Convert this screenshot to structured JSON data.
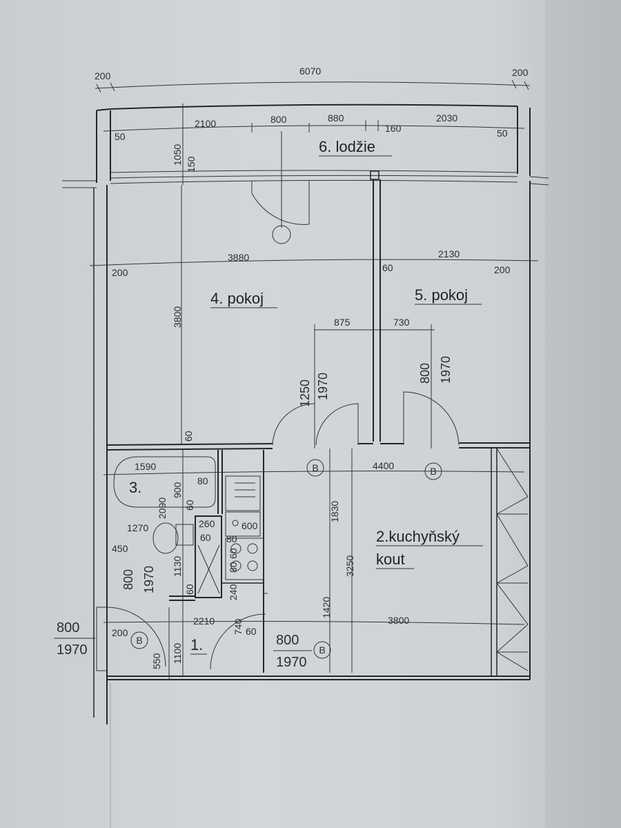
{
  "rooms": {
    "r6": "6. lodžie",
    "r4": "4. pokoj",
    "r5": "5. pokoj",
    "r3": "3.",
    "r2a": "2.kuchyňský",
    "r2b": "kout",
    "r1": "1."
  },
  "dims": {
    "top_total": "6070",
    "top_left": "200",
    "top_right": "200",
    "loggia_2100": "2100",
    "loggia_800": "800",
    "loggia_880": "880",
    "loggia_160": "160",
    "loggia_2030": "2030",
    "loggia_50l": "50",
    "loggia_50r": "50",
    "loggia_1050": "1050",
    "loggia_150": "150",
    "rooms_200l": "200",
    "rooms_3880": "3880",
    "rooms_60": "60",
    "rooms_2130": "2130",
    "rooms_200r": "200",
    "room4_3800": "3800",
    "door_875": "875",
    "door_730": "730",
    "door4_1250": "1250",
    "door4_1970": "1970",
    "door5_800": "800",
    "door5_1970": "1970",
    "wall_60": "60",
    "bath_1590": "1590",
    "kitchen_4400": "4400",
    "bath_900": "900",
    "bath_80": "80",
    "bath_2090": "2090",
    "bath_60": "60",
    "k_1830": "1830",
    "wc_1270": "1270",
    "wc_260": "260",
    "wc_60a": "60",
    "wc_600": "600",
    "wc_80a": "80",
    "wc_60b": "60",
    "wc_450": "450",
    "wc_1130": "1130",
    "wc_80b": "80",
    "k_3250": "3250",
    "wc_door_800": "800",
    "wc_door_1970": "1970",
    "wc_60c": "60",
    "wc_240": "240",
    "k_1420": "1420",
    "hall_2210": "2210",
    "k_3800": "3800",
    "entry_800": "800",
    "entry_1970": "1970",
    "hall_200": "200",
    "hall_740": "740",
    "hall_60": "60",
    "kdoor_800": "800",
    "kdoor_1970": "1970",
    "hall_550": "550",
    "hall_1100": "1100",
    "mark_b": "B"
  }
}
